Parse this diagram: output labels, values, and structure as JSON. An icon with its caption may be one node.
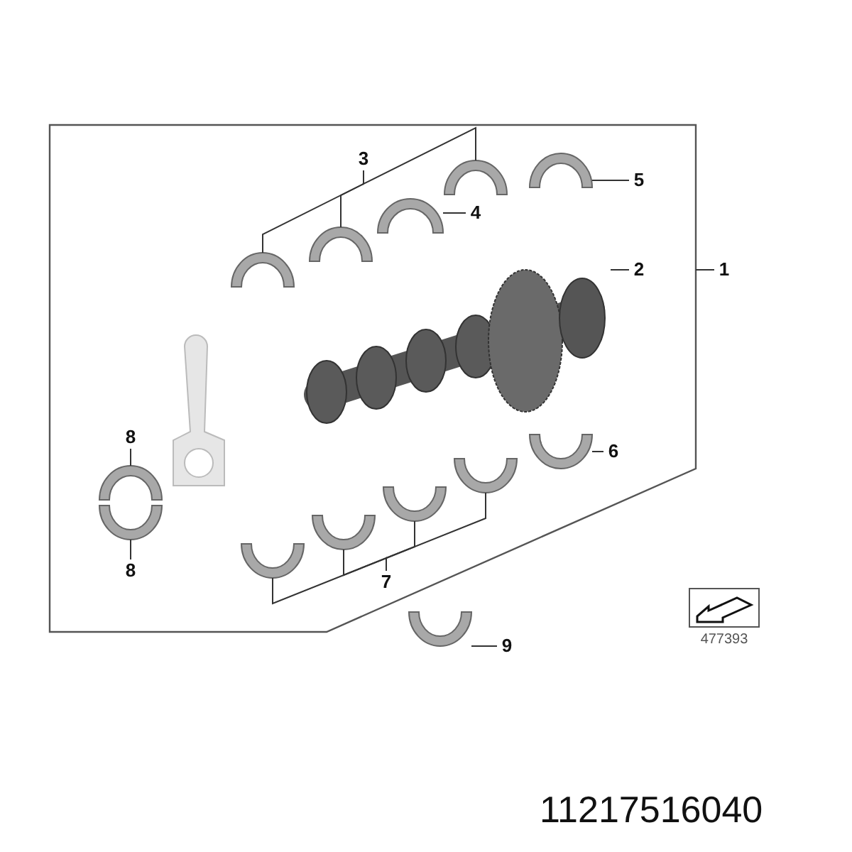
{
  "diagram": {
    "nodes": [
      {
        "text": [
          "1"
        ]
      },
      {
        "text": [],
        "shape": "box"
      },
      {
        "text": [
          "2"
        ],
        "in": 1
      },
      {
        "text": [],
        "shape": "picture",
        "in": 1
      },
      {
        "text": [
          "3"
        ],
        "in": 1
      },
      {
        "text": [],
        "shape": "picture",
        "in": 1
      },
      {
        "text": [],
        "shape": "picture",
        "in": 1
      },
      {
        "text": [],
        "shape": "picture",
        "in": 1
      },
      {
        "text": [
          "4"
        ],
        "in": 1
      },
      {
        "text": [],
        "shape": "picture",
        "in": 1
      },
      {
        "text": [
          "5"
        ],
        "in": 1
      },
      {
        "text": [],
        "shape": "picture",
        "in": 1
      },
      {
        "text": [
          "6"
        ],
        "in": 1
      },
      {
        "text": [],
        "shape": "picture",
        "in": 1
      },
      {
        "text": [
          "7"
        ],
        "in": 1
      },
      {
        "text": [],
        "shape": "picture",
        "in": 1
      },
      {
        "text": [],
        "shape": "picture",
        "in": 1
      },
      {
        "text": [],
        "shape": "picture",
        "in": 1
      },
      {
        "text": [],
        "shape": "picture",
        "in": 1
      },
      {
        "text": [
          "8"
        ],
        "in": 1
      },
      {
        "text": [],
        "shape": "picture",
        "in": 1
      },
      {
        "text": [
          "8"
        ],
        "in": 1
      },
      {
        "text": [],
        "shape": "picture",
        "in": 1
      },
      {
        "text": [
          "9"
        ]
      },
      {
        "text": [],
        "shape": "picture"
      }
    ],
    "edges": [
      {
        "from": 0,
        "to": 1,
        "arrow": "none"
      },
      {
        "from": 2,
        "to": 3,
        "arrow": "none"
      },
      {
        "from": 4,
        "to": 5,
        "arrow": "none"
      },
      {
        "from": 4,
        "to": 6,
        "arrow": "none"
      },
      {
        "from": 4,
        "to": 7,
        "arrow": "none"
      },
      {
        "from": 8,
        "to": 9,
        "arrow": "none"
      },
      {
        "from": 10,
        "to": 11,
        "arrow": "none"
      },
      {
        "from": 12,
        "to": 13,
        "arrow": "none"
      },
      {
        "from": 14,
        "to": 15,
        "arrow": "none"
      },
      {
        "from": 14,
        "to": 16,
        "arrow": "none"
      },
      {
        "from": 14,
        "to": 17,
        "arrow": "none"
      },
      {
        "from": 14,
        "to": 18,
        "arrow": "none"
      },
      {
        "from": 19,
        "to": 20,
        "arrow": "none"
      },
      {
        "from": 21,
        "to": 22,
        "arrow": "none"
      },
      {
        "from": 23,
        "to": 24,
        "arrow": "none"
      }
    ],
    "labels": [
      "477393",
      "11217516040"
    ]
  }
}
